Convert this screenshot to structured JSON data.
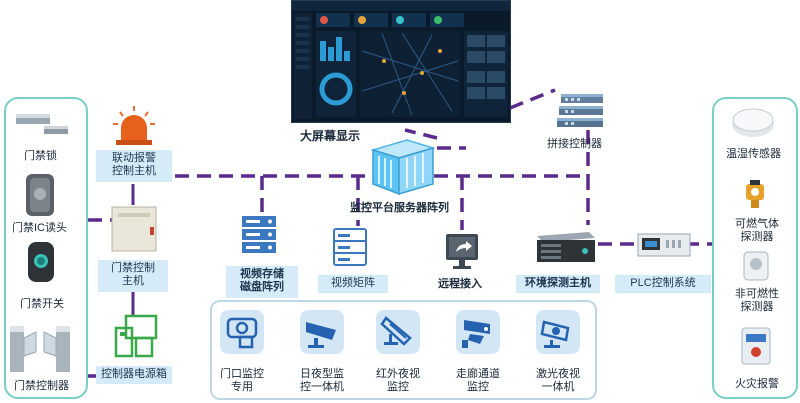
{
  "top": {
    "screen_caption": "大屏幕显示",
    "splicing_controller": "拼接控制器",
    "server_array": "监控平台服务器阵列"
  },
  "left_panel": {
    "items": [
      {
        "label": "门禁锁",
        "icon": "door-lock-icon"
      },
      {
        "label": "门禁IC读头",
        "icon": "ic-reader-icon"
      },
      {
        "label": "门禁开关",
        "icon": "door-switch-icon"
      },
      {
        "label": "门禁控制器",
        "icon": "turnstile-icon"
      }
    ]
  },
  "middle_left": {
    "alarm_host": "联动报警\n控制主机",
    "access_host": "门禁控制\n主机",
    "power_box": "控制器电源箱"
  },
  "storage": "视频存储\n磁盘阵列",
  "video_matrix": "视频矩阵",
  "remote_access": "远程接入",
  "env_host": "环境探测主机",
  "plc": "PLC控制系统",
  "cameras": [
    {
      "label": "门口监控\n专用",
      "icon": "dome-camera-icon"
    },
    {
      "label": "日夜型监\n控一体机",
      "icon": "bullet-camera-icon"
    },
    {
      "label": "红外夜视\n监控",
      "icon": "infrared-camera-icon"
    },
    {
      "label": "走廊通道\n监控",
      "icon": "corridor-camera-icon"
    },
    {
      "label": "激光夜视\n一体机",
      "icon": "laser-camera-icon"
    }
  ],
  "right_panel": {
    "items": [
      {
        "label": "温湿传感器",
        "icon": "temperature-sensor-icon"
      },
      {
        "label": "可燃气体\n探测器",
        "icon": "gas-detector-icon"
      },
      {
        "label": "非可燃性\n探测器",
        "icon": "non-flammable-detector-icon"
      },
      {
        "label": "火灾报警",
        "icon": "fire-alarm-icon"
      }
    ]
  },
  "colors": {
    "line": "#5a2a8c",
    "panel_border": "#79cfc6",
    "tag_bg": "#d5ecf8",
    "icon_bg": "#d3e6f5"
  }
}
